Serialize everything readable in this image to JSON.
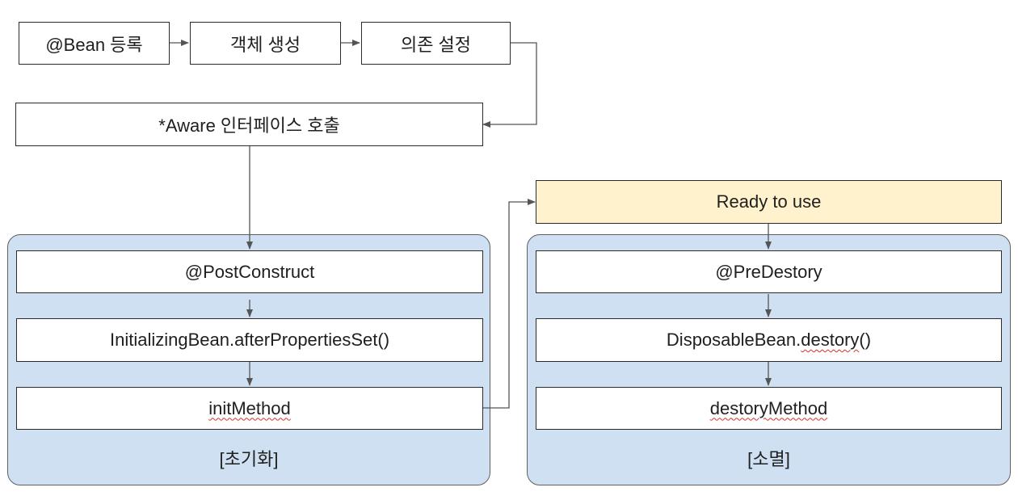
{
  "steps": {
    "bean_register": "@Bean 등록",
    "create_object": "객체 생성",
    "set_dependency": "의존 설정",
    "aware_call": "*Aware 인터페이스 호출",
    "ready": "Ready to use"
  },
  "init_group": {
    "caption": "[초기화]",
    "post_construct": "@PostConstruct",
    "after_properties_set": "InitializingBean.afterPropertiesSet()",
    "init_method": "initMethod"
  },
  "destroy_group": {
    "caption": "[소멸]",
    "pre_destory": "@PreDestory",
    "disposable_destory_prefix": "DisposableBean.",
    "disposable_destory_word": "destory",
    "disposable_destory_suffix": "()",
    "destory_method": "destoryMethod"
  },
  "colors": {
    "group_fill": "#d0e0f3",
    "ready_fill": "#fff2cc",
    "connector": "#555555",
    "spellcheck": "#d9302c"
  }
}
